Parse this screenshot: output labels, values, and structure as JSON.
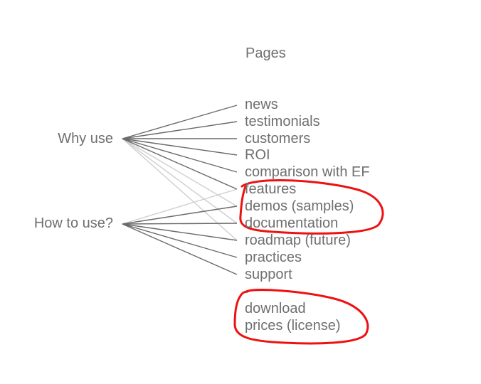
{
  "header": {
    "title": "Pages"
  },
  "groups": [
    {
      "id": "why",
      "label": "Why use"
    },
    {
      "id": "how",
      "label": "How to use?"
    }
  ],
  "pages": [
    {
      "id": "news",
      "label": "news"
    },
    {
      "id": "testimonials",
      "label": "testimonials"
    },
    {
      "id": "customers",
      "label": "customers"
    },
    {
      "id": "roi",
      "label": "ROI"
    },
    {
      "id": "comparison",
      "label": "comparison with EF"
    },
    {
      "id": "features",
      "label": "features"
    },
    {
      "id": "demos",
      "label": "demos (samples)"
    },
    {
      "id": "documentation",
      "label": "documentation"
    },
    {
      "id": "roadmap",
      "label": "roadmap (future)"
    },
    {
      "id": "practices",
      "label": "practices"
    },
    {
      "id": "support",
      "label": "support"
    },
    {
      "id": "download",
      "label": "download"
    },
    {
      "id": "prices",
      "label": "prices (license)"
    }
  ],
  "links": [
    {
      "from": "why",
      "to": "news",
      "strength": "strong"
    },
    {
      "from": "why",
      "to": "testimonials",
      "strength": "strong"
    },
    {
      "from": "why",
      "to": "customers",
      "strength": "strong"
    },
    {
      "from": "why",
      "to": "roi",
      "strength": "strong"
    },
    {
      "from": "why",
      "to": "comparison",
      "strength": "strong"
    },
    {
      "from": "why",
      "to": "features",
      "strength": "strong"
    },
    {
      "from": "why",
      "to": "demos",
      "strength": "weak"
    },
    {
      "from": "why",
      "to": "documentation",
      "strength": "weak"
    },
    {
      "from": "why",
      "to": "roadmap",
      "strength": "weak"
    },
    {
      "from": "how",
      "to": "features",
      "strength": "weak"
    },
    {
      "from": "how",
      "to": "demos",
      "strength": "strong"
    },
    {
      "from": "how",
      "to": "documentation",
      "strength": "strong"
    },
    {
      "from": "how",
      "to": "roadmap",
      "strength": "strong"
    },
    {
      "from": "how",
      "to": "practices",
      "strength": "strong"
    },
    {
      "from": "how",
      "to": "support",
      "strength": "strong"
    }
  ],
  "highlights": [
    {
      "id": "features-demos-docs-circle",
      "color": "#ee1111"
    },
    {
      "id": "download-prices-circle",
      "color": "#ee1111"
    }
  ],
  "colors": {
    "text": "#6f6f6f",
    "strong_link": "#6a6a6a",
    "weak_link": "#cfcfcf"
  }
}
